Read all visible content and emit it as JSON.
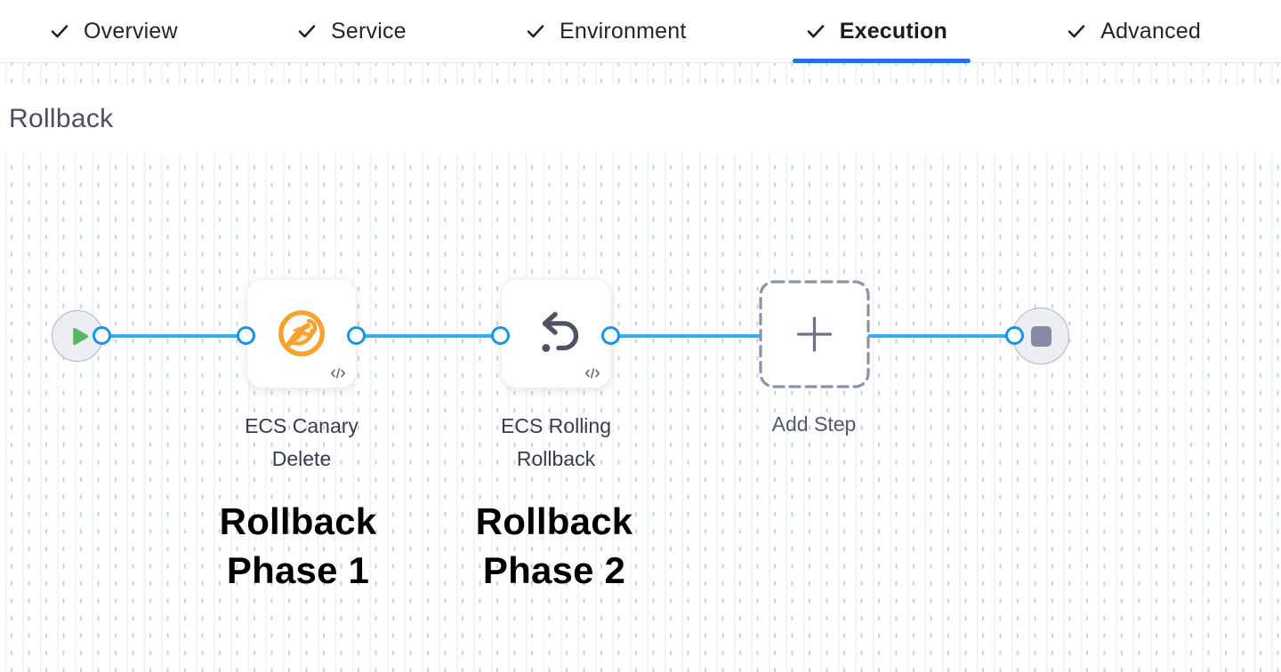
{
  "tabs": {
    "items": [
      {
        "label": "Overview",
        "active": false
      },
      {
        "label": "Service",
        "active": false
      },
      {
        "label": "Environment",
        "active": false
      },
      {
        "label": "Execution",
        "active": true
      },
      {
        "label": "Advanced",
        "active": false
      }
    ]
  },
  "canvas": {
    "section_title": "Rollback",
    "steps": [
      {
        "label": "ECS Canary Delete",
        "icon": "canary-delete-icon"
      },
      {
        "label": "ECS Rolling Rollback",
        "icon": "rolling-rollback-icon"
      }
    ],
    "add_step_label": "Add Step",
    "annotations": [
      {
        "text": "Rollback Phase 1"
      },
      {
        "text": "Rollback Phase 2"
      }
    ]
  },
  "colors": {
    "flow_line_blue": "#30aff3",
    "connector_ring_blue": "#1495ea",
    "tab_underline_blue": "#2170e8",
    "canary_orange": "#f9a12d",
    "rollback_icon_slate": "#4d5265",
    "play_green": "#57b65f",
    "stop_square_gray": "#868aa5"
  }
}
